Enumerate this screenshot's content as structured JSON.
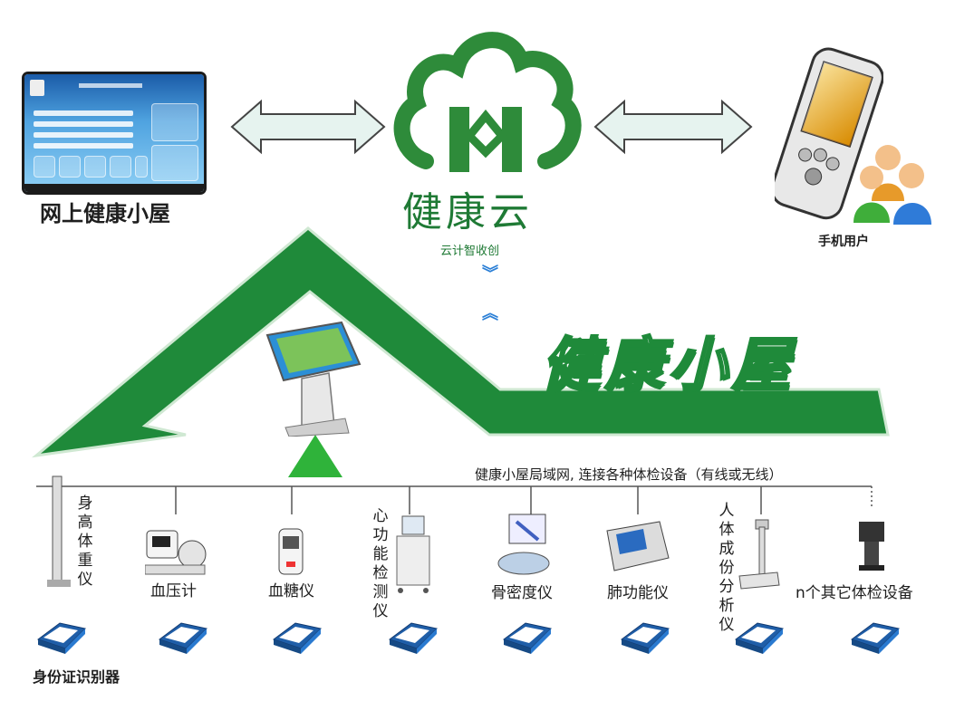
{
  "top": {
    "online_house_label": "网上健康小屋",
    "cloud_title": "健康云",
    "cloud_subtitle": "云计智收创",
    "mobile_label": "手机用户"
  },
  "house": {
    "title": "健康小屋",
    "network_caption": "健康小屋局域网, 连接各种体检设备（有线或无线）"
  },
  "devices": [
    {
      "label": "身高体重仪",
      "orientation": "vertical"
    },
    {
      "label": "血压计",
      "orientation": "horizontal"
    },
    {
      "label": "血糖仪",
      "orientation": "horizontal"
    },
    {
      "label": "心功能检测仪",
      "orientation": "vertical"
    },
    {
      "label": "骨密度仪",
      "orientation": "horizontal"
    },
    {
      "label": "肺功能仪",
      "orientation": "horizontal"
    },
    {
      "label": "人体成份分析仪",
      "orientation": "vertical"
    },
    {
      "label": "n个其它体检设备",
      "orientation": "horizontal"
    }
  ],
  "id_reader_label": "身份证识别器",
  "colors": {
    "house_green": "#1f8a3a",
    "house_green_light": "#3fb24d",
    "arrow_fill": "#e6f3ef",
    "arrow_stroke": "#444444",
    "text_green": "#1f7a35"
  }
}
